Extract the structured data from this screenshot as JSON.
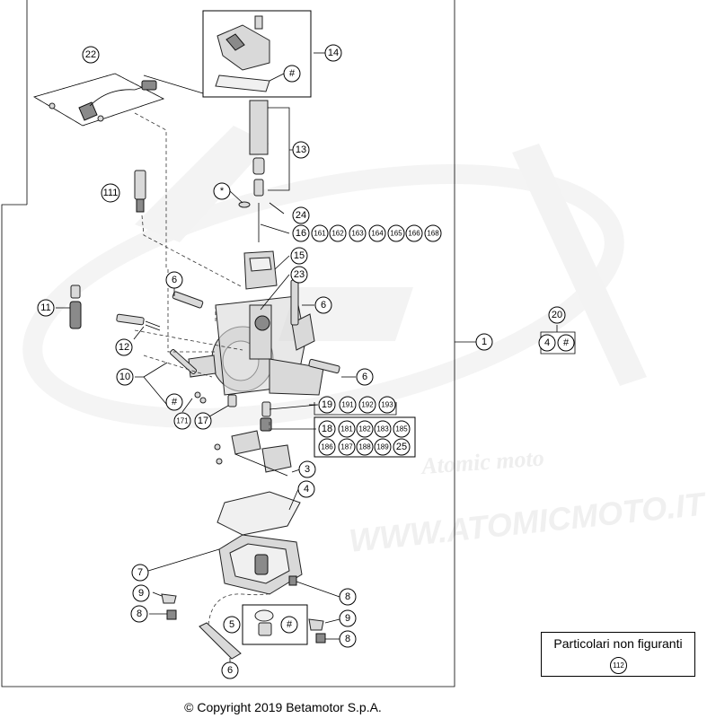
{
  "diagram": {
    "callouts": {
      "c1": "1",
      "c3": "3",
      "c4": "4",
      "c5": "5",
      "c5_hash": "#",
      "c6_a": "6",
      "c6_b": "6",
      "c6_c": "6",
      "c6_d": "6",
      "c7": "7",
      "c8_a": "8",
      "c8_b": "8",
      "c8_c": "8",
      "c9_a": "9",
      "c9_b": "9",
      "c10": "10",
      "c11": "11",
      "c12": "12",
      "c13": "13",
      "c14": "14",
      "c14_hash": "#",
      "c15": "15",
      "c16": "16",
      "c17": "17",
      "c171": "171",
      "c10_hash": "#",
      "c18": "18",
      "c19": "19",
      "c20": "20",
      "c20_a": "4",
      "c20_b": "#",
      "c22": "22",
      "c23": "23",
      "c24": "24",
      "c25": "25",
      "c111": "111",
      "star": "*",
      "c16_list": [
        "161",
        "162",
        "163",
        "164",
        "165",
        "166",
        "168"
      ],
      "c19_list": [
        "191",
        "192",
        "193"
      ],
      "c18_row1": [
        "181",
        "182",
        "183",
        "185"
      ],
      "c18_row2": [
        "186",
        "187",
        "188",
        "189"
      ]
    },
    "watermark": "WWW.ATOMICMOTO.IT",
    "watermark_logo": "Atomic moto"
  },
  "legend": {
    "title": "Particolari non figuranti",
    "item": "112"
  },
  "footer": {
    "copyright": "© Copyright 2019 Betamotor S.p.A."
  }
}
